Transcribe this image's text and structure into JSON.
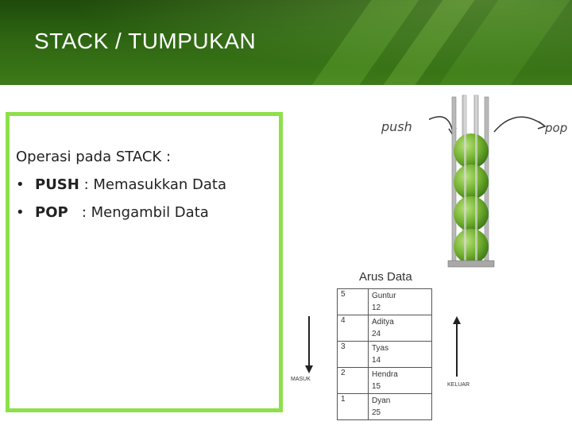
{
  "header": {
    "title": "STACK / TUMPUKAN"
  },
  "content": {
    "intro": "Operasi pada STACK :",
    "items": [
      {
        "bullet": "•",
        "term": "PUSH",
        "desc": ": Memasukkan Data"
      },
      {
        "bullet": "•",
        "term": "POP",
        "desc": "  : Mengambil Data"
      }
    ]
  },
  "illustration": {
    "push_label": "push",
    "pop_label": "pop"
  },
  "arus_data": {
    "title": "Arus Data",
    "masuk_label": "MASUK",
    "keluar_label": "KELUAR",
    "rows": [
      {
        "num": "5",
        "name": "Guntur",
        "value": "12"
      },
      {
        "num": "4",
        "name": "Aditya",
        "value": "24"
      },
      {
        "num": "3",
        "name": "Tyas",
        "value": "14"
      },
      {
        "num": "2",
        "name": "Hendra",
        "value": "15"
      },
      {
        "num": "1",
        "name": "Dyan",
        "value": "25"
      }
    ]
  },
  "colors": {
    "header_green": "#2e6512",
    "box_border": "#8ee04a",
    "apple": "#6fae2e"
  }
}
